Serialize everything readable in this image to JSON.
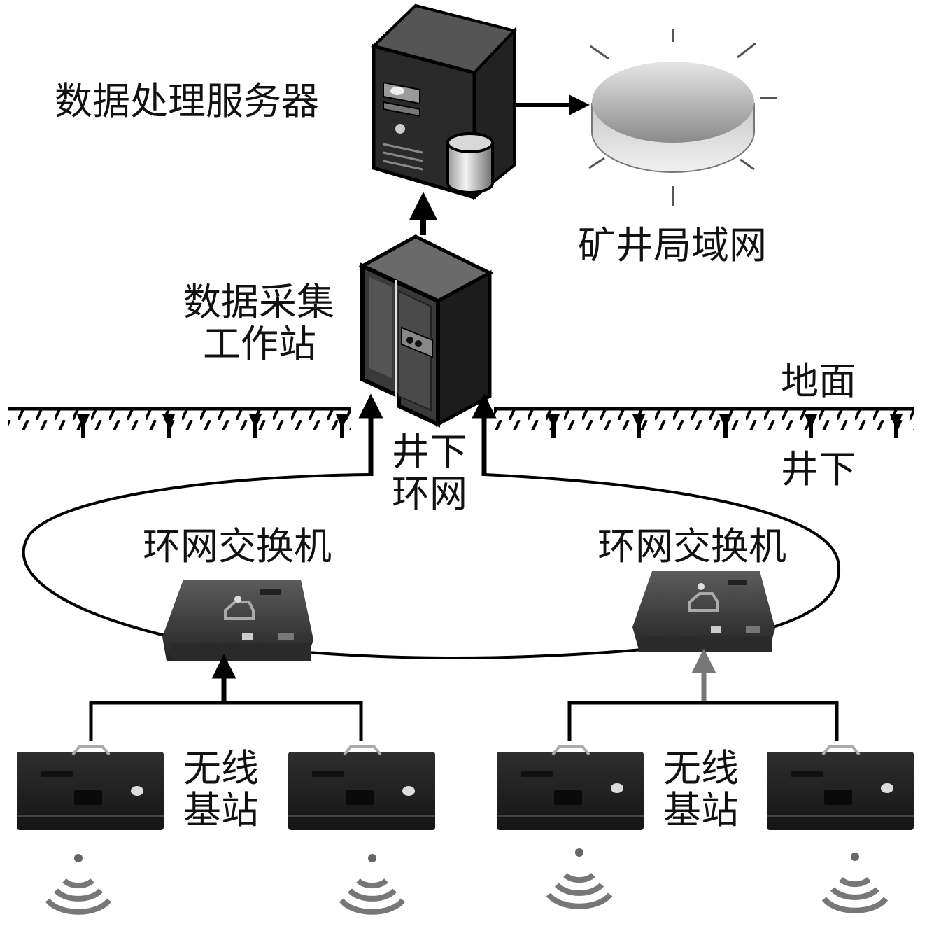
{
  "labels": {
    "server": "数据处理服务器",
    "lan": "矿井局域网",
    "workstation_line1": "数据采集",
    "workstation_line2": "工作站",
    "ground": "地面",
    "underground": "井下",
    "ring_line1": "井下",
    "ring_line2": "环网",
    "switch_left": "环网交换机",
    "switch_right": "环网交换机",
    "base_left_line1": "无线",
    "base_left_line2": "基站",
    "base_right_line1": "无线",
    "base_right_line2": "基站"
  },
  "icons": {
    "server": "tower-server-icon",
    "database": "database-cylinder-icon",
    "lan": "network-disc-icon",
    "workstation": "workstation-tower-icon",
    "switch": "ring-switch-device-icon",
    "base_station": "wireless-base-station-icon",
    "signal": "wireless-signal-icon"
  }
}
